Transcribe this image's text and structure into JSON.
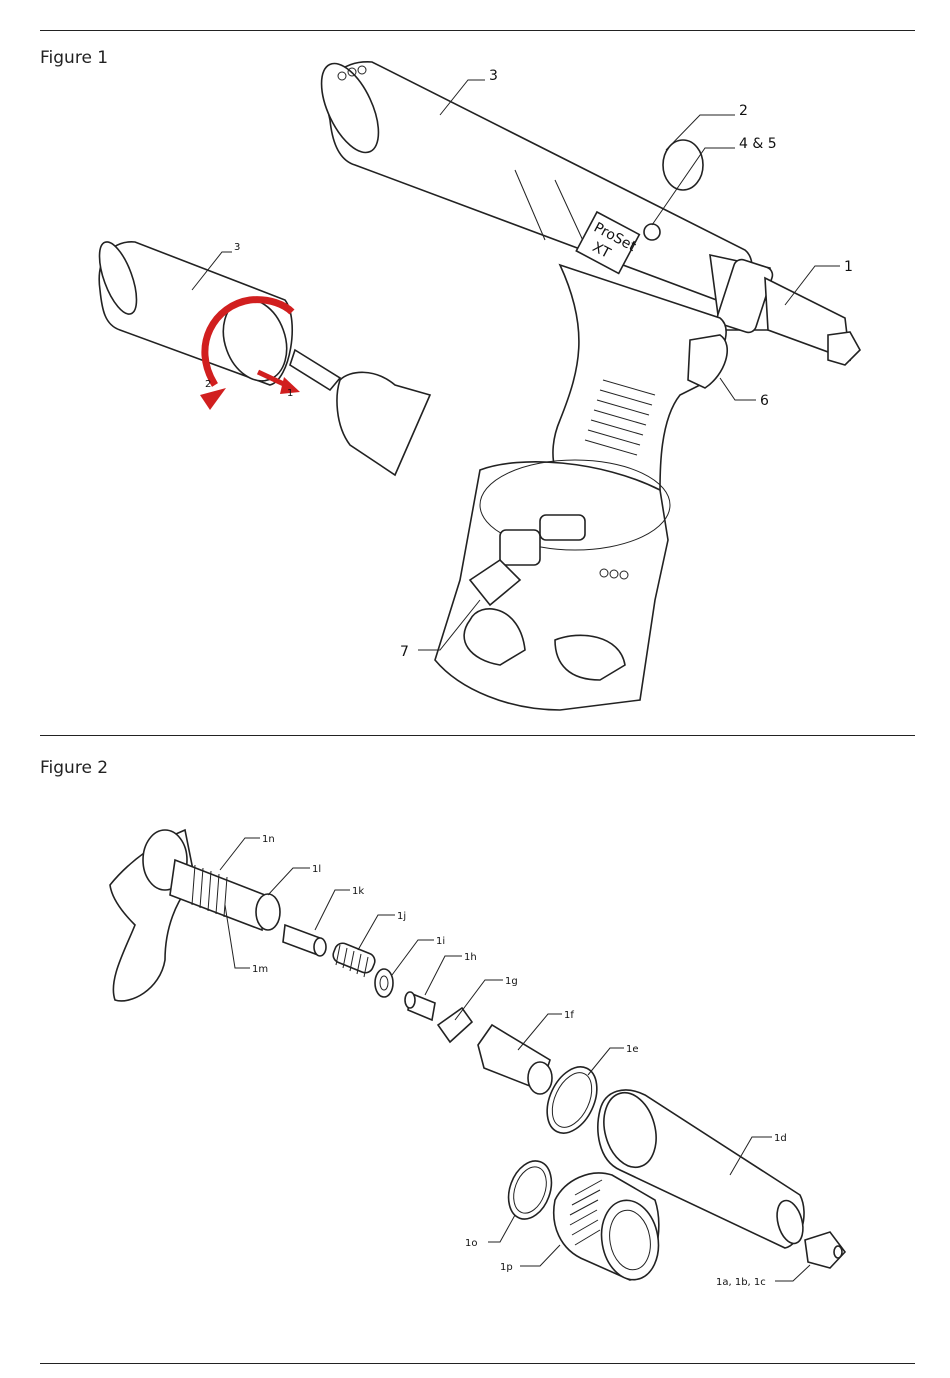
{
  "figure1": {
    "title": "Figure 1",
    "callouts": {
      "c3": "3",
      "c2": "2",
      "c45": "4 & 5",
      "c1": "1",
      "c6": "6",
      "c7": "7",
      "c3small": "3"
    },
    "brand_text": "ProSet",
    "model_text": "XT",
    "arrow_labels": {
      "a1": "1",
      "a2": "2"
    }
  },
  "figure2": {
    "title": "Figure 2",
    "callouts": {
      "n": "1n",
      "l": "1l",
      "k": "1k",
      "j": "1j",
      "i": "1i",
      "h": "1h",
      "g": "1g",
      "f": "1f",
      "e": "1e",
      "d": "1d",
      "m": "1m",
      "o": "1o",
      "p": "1p",
      "abc": "1a, 1b, 1c"
    }
  },
  "colors": {
    "accent_arrow": "#d11f1f",
    "line": "#222222"
  }
}
